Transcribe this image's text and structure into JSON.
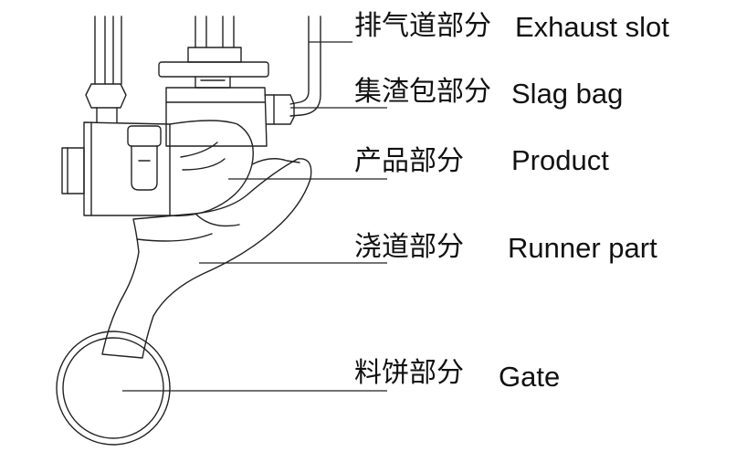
{
  "labels": [
    {
      "id": "exhaust",
      "cn": "排气道部分",
      "en": "Exhaust slot"
    },
    {
      "id": "slag",
      "cn": "集渣包部分",
      "en": "Slag bag"
    },
    {
      "id": "product",
      "cn": "产品部分",
      "en": "Product"
    },
    {
      "id": "runner",
      "cn": "浇道部分",
      "en": "Runner part"
    },
    {
      "id": "gate",
      "cn": "料饼部分",
      "en": "Gate"
    }
  ]
}
